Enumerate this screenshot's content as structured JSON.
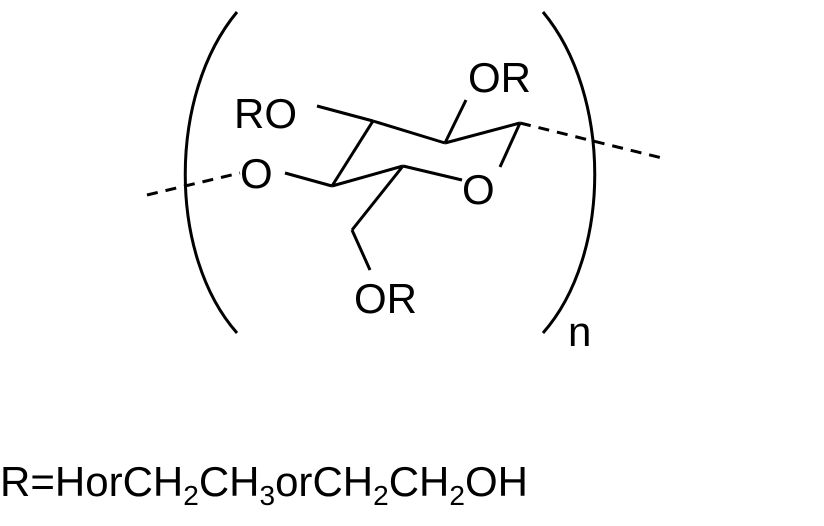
{
  "structure": {
    "substituent_top_right": "OR",
    "substituent_left": "RO",
    "ring_oxygen": "O",
    "linking_oxygen": "O",
    "substituent_bottom": "OR",
    "repeat_index": "n"
  },
  "legend": {
    "variable": "R",
    "equals": "=",
    "option1": "H",
    "conj1": "or",
    "option2": {
      "a": "CH",
      "a_sub": "2",
      "b": "CH",
      "b_sub": "3"
    },
    "conj2": "or",
    "option3": {
      "a": "CH",
      "a_sub": "2",
      "b": "CH",
      "b_sub": "2",
      "c": "OH"
    }
  },
  "colors": {
    "ink": "#000000",
    "background": "#ffffff"
  }
}
